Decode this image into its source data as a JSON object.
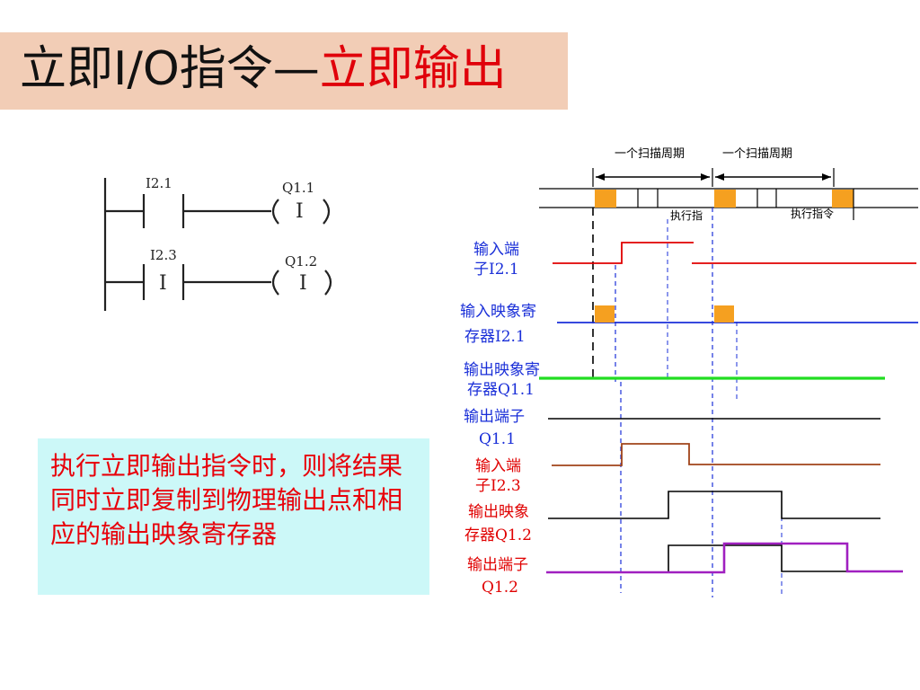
{
  "title": {
    "main": "立即I/O指令—",
    "accent": "立即输出"
  },
  "ladder": {
    "rung1": {
      "contact": "I2.1",
      "coil": "Q1.1",
      "coil_mark": "I"
    },
    "rung2": {
      "contact": "I2.3",
      "contact_mark": "I",
      "coil": "Q1.2",
      "coil_mark": "I"
    }
  },
  "timing": {
    "scan_period_left": "一个扫描周期",
    "scan_period_right": "一个扫描周期",
    "exec_left": "执行指",
    "exec_right": "执行指令",
    "sig1_line1": "输入端",
    "sig1_line2": "子I2.1",
    "sig2_line1": "输入映象寄",
    "sig2_line2": "存器I2.1",
    "sig3_line1": "输出映象寄",
    "sig3_line2": "存器Q1.1",
    "sig4_line1": "输出端子",
    "sig4_line2": "Q1.1",
    "sig5_line1": "输入端",
    "sig5_line2": "子I2.3",
    "sig6_line1": "输出映象",
    "sig6_line2": "存器Q1.2",
    "sig7_line1": "输出端子",
    "sig7_line2": "Q1.2"
  },
  "note": "执行立即输出指令时，则将结果同时立即复制到物理输出点和相应的输出映象寄存器",
  "colors": {
    "title_bg": "#f2cdb6",
    "accent": "#e0000a",
    "note_bg": "#ccf8f8",
    "scan_block": "#f5a020"
  }
}
